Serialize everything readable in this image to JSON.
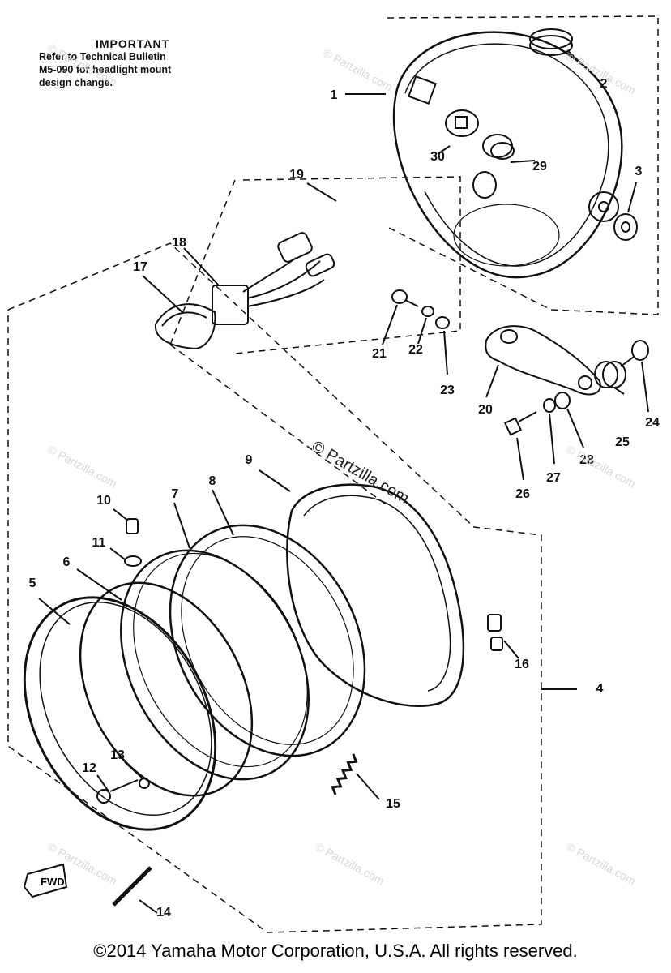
{
  "note": {
    "title": "IMPORTANT",
    "lines": [
      "Refer to Technical Bulletin",
      "M5-090 for headlight mount",
      "design change."
    ]
  },
  "parts": [
    "1",
    "2",
    "3",
    "4",
    "5",
    "6",
    "7",
    "8",
    "9",
    "10",
    "11",
    "12",
    "13",
    "14",
    "15",
    "16",
    "17",
    "18",
    "19",
    "20",
    "21",
    "22",
    "23",
    "24",
    "25",
    "26",
    "27",
    "28",
    "29",
    "30"
  ],
  "fwd_label": "FWD",
  "center_watermark": "© Partzilla.com",
  "watermark_text": "© Partzilla.com",
  "copyright": "©2014 Yamaha Motor Corporation, U.S.A. All rights reserved."
}
